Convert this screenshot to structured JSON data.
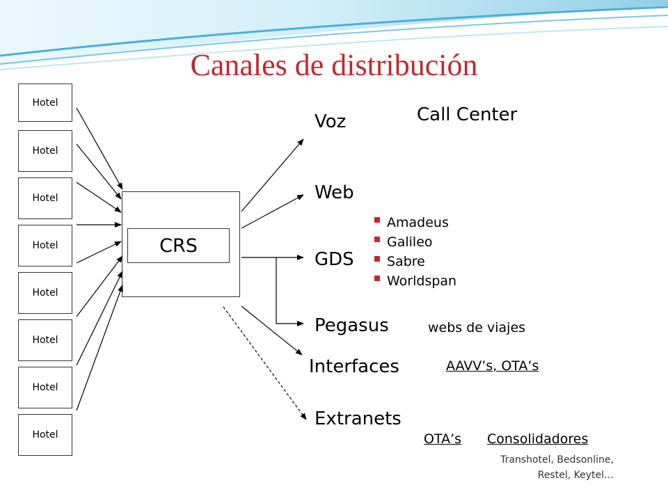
{
  "title": "Canales de distribución",
  "hotels": [
    "Hotel",
    "Hotel",
    "Hotel",
    "Hotel",
    "Hotel",
    "Hotel",
    "Hotel",
    "Hotel"
  ],
  "crs": "CRS",
  "channels": {
    "voz": "Voz",
    "web": "Web",
    "gds": "GDS",
    "pegasus": "Pegasus",
    "interfaces": "Interfaces",
    "extranets": "Extranets"
  },
  "call_center": "Call Center",
  "gds_list": [
    "Amadeus",
    "Galileo",
    "Sabre",
    "Worldspan"
  ],
  "webs_viajes": "webs de viajes",
  "aavv": "AAVV’s, OTA’s",
  "otas": "OTA’s",
  "consolidadores": "Consolidadores",
  "consolidators_note": [
    "Transhotel, Bedsonline,",
    "Restel, Keytel…"
  ],
  "colors": {
    "title": "#c0282d",
    "bullet": "#c0282d",
    "wave": "#4bb0d8"
  }
}
